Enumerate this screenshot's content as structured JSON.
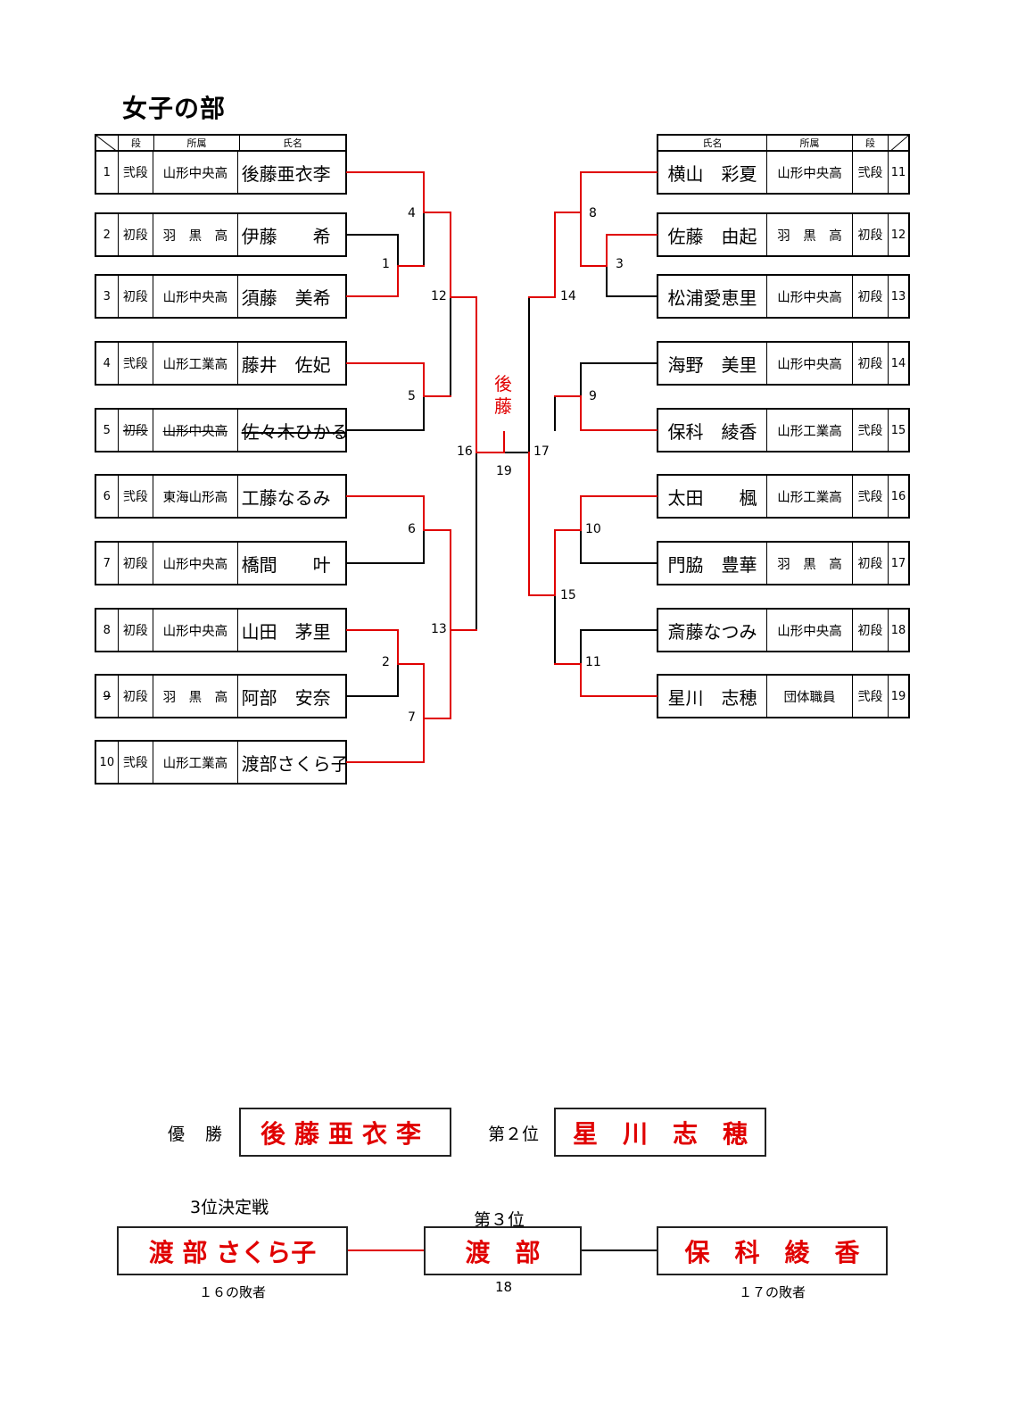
{
  "title": "女子の部",
  "headers": {
    "dan": "段",
    "affiliation": "所属",
    "name": "氏名"
  },
  "left": [
    {
      "num": "1",
      "dan": "弐段",
      "aff": "山形中央高",
      "name": "後藤亜衣李"
    },
    {
      "num": "2",
      "dan": "初段",
      "aff": "羽　黒　高",
      "name": "伊藤　　希"
    },
    {
      "num": "3",
      "dan": "初段",
      "aff": "山形中央高",
      "name": "須藤　美希"
    },
    {
      "num": "4",
      "dan": "弐段",
      "aff": "山形工業高",
      "name": "藤井　佐妃"
    },
    {
      "num": "5",
      "dan": "初段",
      "aff": "山形中央高",
      "name": "佐々木ひかる"
    },
    {
      "num": "6",
      "dan": "弐段",
      "aff": "東海山形高",
      "name": "工藤なるみ"
    },
    {
      "num": "7",
      "dan": "初段",
      "aff": "山形中央高",
      "name": "橋間　　叶"
    },
    {
      "num": "8",
      "dan": "初段",
      "aff": "山形中央高",
      "name": "山田　茅里"
    },
    {
      "num": "9",
      "dan": "初段",
      "aff": "羽　黒　高",
      "name": "阿部　安奈"
    },
    {
      "num": "10",
      "dan": "弐段",
      "aff": "山形工業高",
      "name": "渡部さくら子"
    }
  ],
  "right": [
    {
      "num": "11",
      "dan": "弐段",
      "aff": "山形中央高",
      "name": "横山　彩夏"
    },
    {
      "num": "12",
      "dan": "初段",
      "aff": "羽　黒　高",
      "name": "佐藤　由起"
    },
    {
      "num": "13",
      "dan": "初段",
      "aff": "山形中央高",
      "name": "松浦愛恵里"
    },
    {
      "num": "14",
      "dan": "初段",
      "aff": "山形中央高",
      "name": "海野　美里"
    },
    {
      "num": "15",
      "dan": "弐段",
      "aff": "山形工業高",
      "name": "保科　綾香"
    },
    {
      "num": "16",
      "dan": "弐段",
      "aff": "山形工業高",
      "name": "太田　　楓"
    },
    {
      "num": "17",
      "dan": "初段",
      "aff": "羽　黒　高",
      "name": "門脇　豊華"
    },
    {
      "num": "18",
      "dan": "初段",
      "aff": "山形中央高",
      "name": "斎藤なつみ"
    },
    {
      "num": "19",
      "dan": "弐段",
      "aff": "団体職員",
      "name": "星川　志穂"
    }
  ],
  "match_numbers": [
    "1",
    "2",
    "3",
    "4",
    "5",
    "6",
    "7",
    "8",
    "9",
    "10",
    "11",
    "12",
    "13",
    "14",
    "15",
    "16",
    "17",
    "18",
    "19"
  ],
  "final_winner_mark": "後\n藤",
  "results": {
    "champion_label": "優　勝",
    "champion": "後藤亜衣李",
    "second_label": "第２位",
    "second": "星　川　志　穂",
    "third_playoff_label": "3位決定戦",
    "third_label": "第３位",
    "third": "渡　部",
    "playoff_left": "渡 部 さくら子",
    "playoff_right": "保　科　綾　香",
    "playoff_left_note": "１６の敗者",
    "playoff_right_note": "１７の敗者",
    "playoff_match": "18"
  },
  "colors": {
    "winner_line": "#e00000",
    "line": "#000000",
    "result_text": "#e00000"
  }
}
